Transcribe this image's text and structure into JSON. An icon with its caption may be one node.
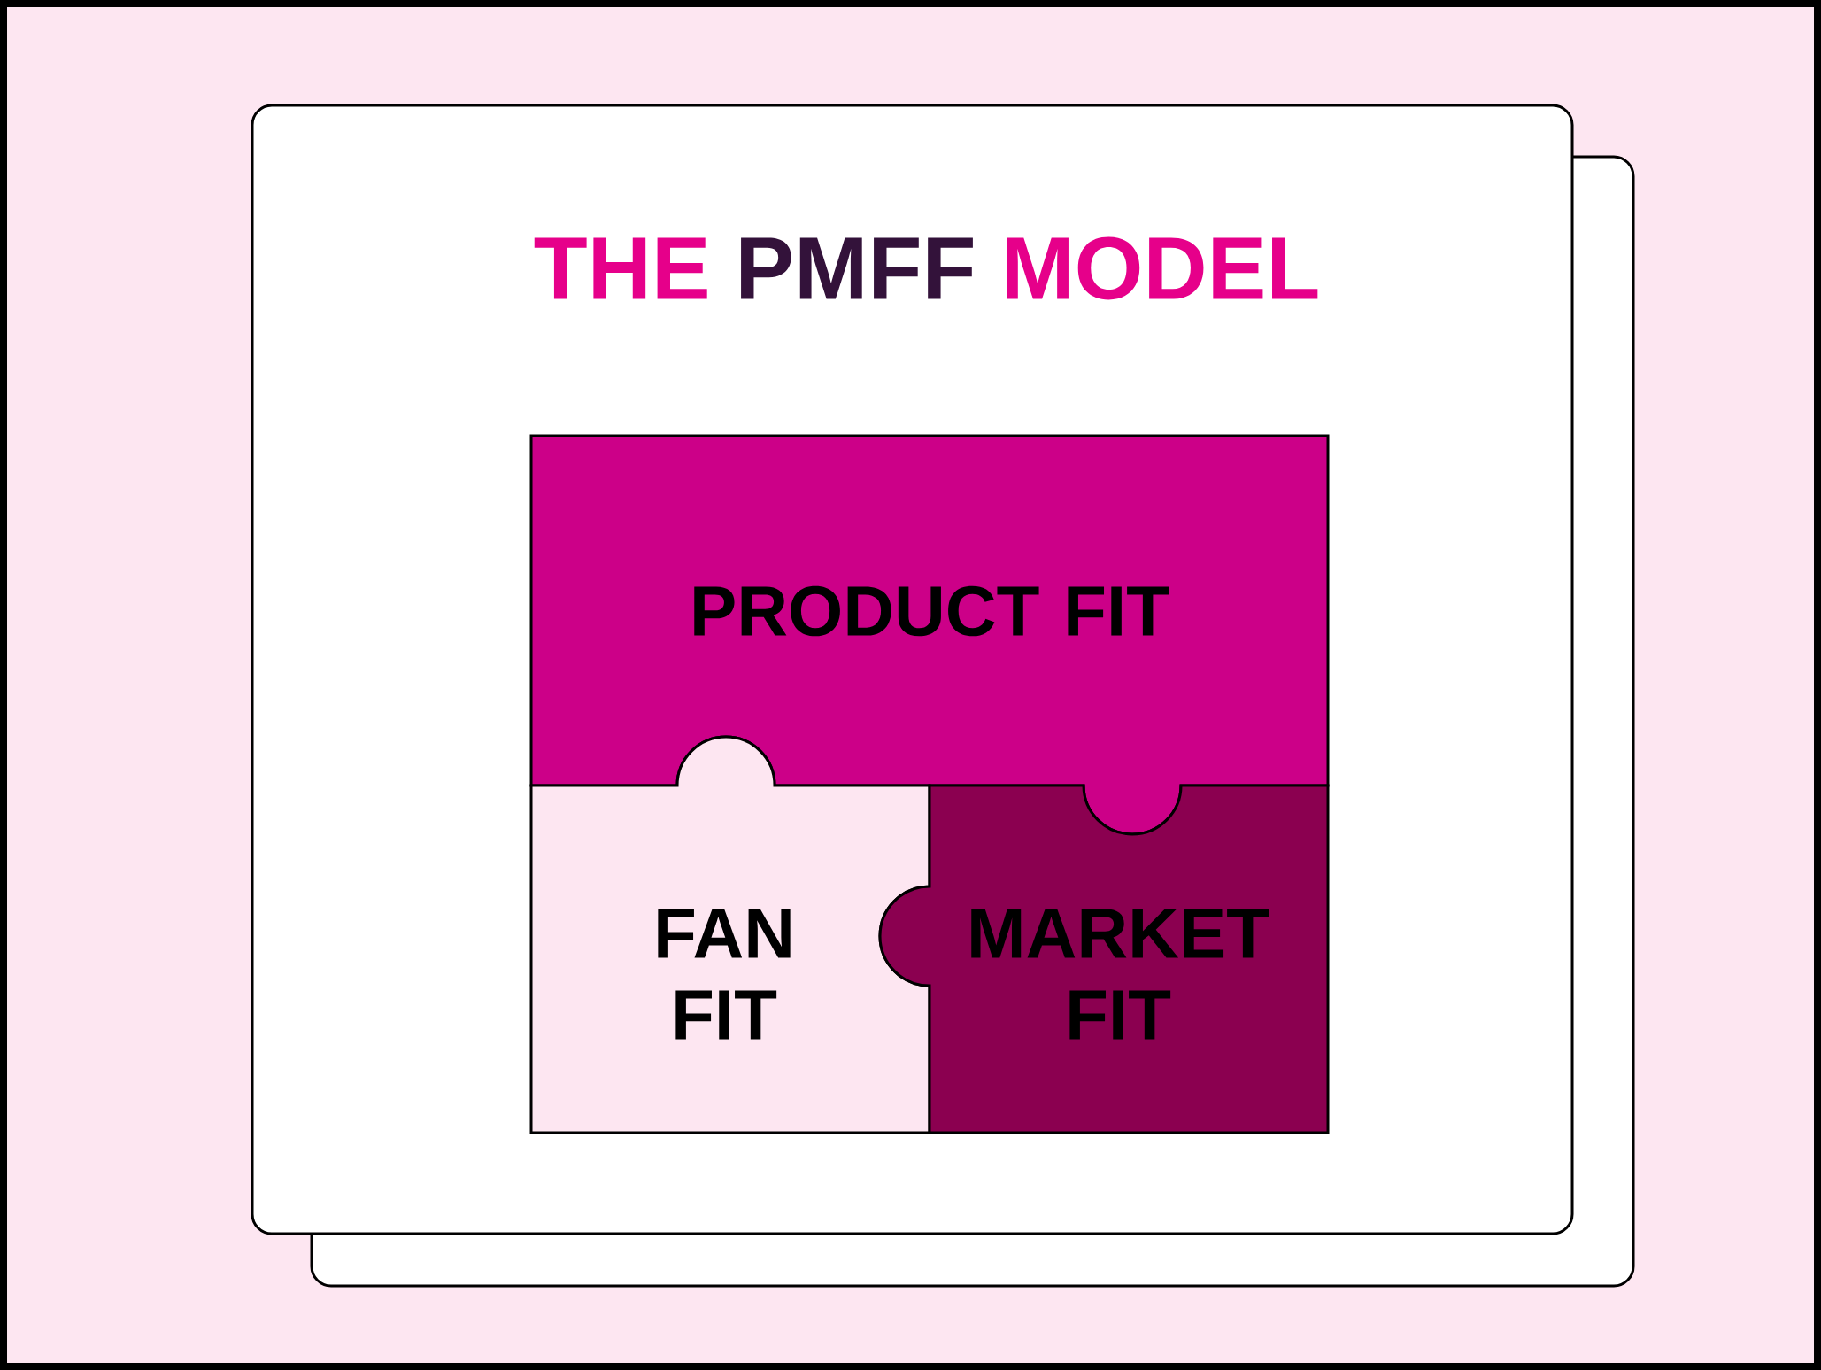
{
  "diagram": {
    "title": "THE **PMFF** MODEL",
    "nodes": [
      {
        "text": [
          "PRODUCT FIT"
        ]
      },
      {
        "text": [
          "FAN FIT"
        ]
      },
      {
        "text": [
          "MARKET FIT"
        ]
      }
    ]
  }
}
